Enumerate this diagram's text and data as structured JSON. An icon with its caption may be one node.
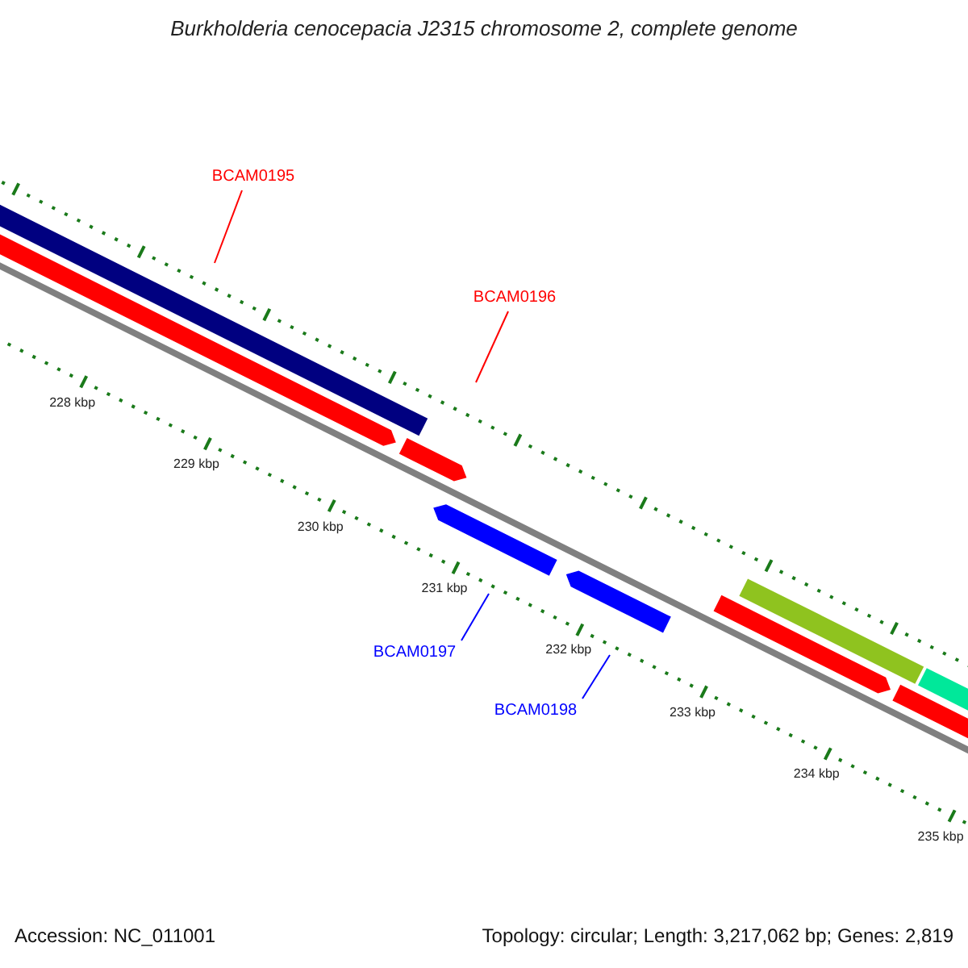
{
  "diagram": {
    "title": "Burkholderia cenocepacia J2315 chromosome 2, complete genome",
    "nodes": [
      {
        "text": [
          "BCAM0195"
        ]
      },
      {
        "text": [
          "BCAM0196"
        ]
      },
      {
        "text": [
          "BCAM0197"
        ]
      },
      {
        "text": [
          "BCAM0198"
        ]
      }
    ],
    "edges": [
      {
        "from": 0,
        "to": null,
        "arrow": "none"
      },
      {
        "from": 1,
        "to": null,
        "arrow": "none"
      },
      {
        "from": 2,
        "to": null,
        "arrow": "none",
        "color": "#0000ff"
      },
      {
        "from": 3,
        "to": null,
        "arrow": "none",
        "color": "#0000ff"
      }
    ],
    "labels": [
      "228 kbp",
      "229 kbp",
      "230 kbp",
      "231 kbp",
      "232 kbp",
      "233 kbp",
      "234 kbp",
      "235 kbp",
      "Accession: NC_011001",
      "Topology: circular; Length: 3,217,062 bp; Genes: 2,819"
    ]
  }
}
